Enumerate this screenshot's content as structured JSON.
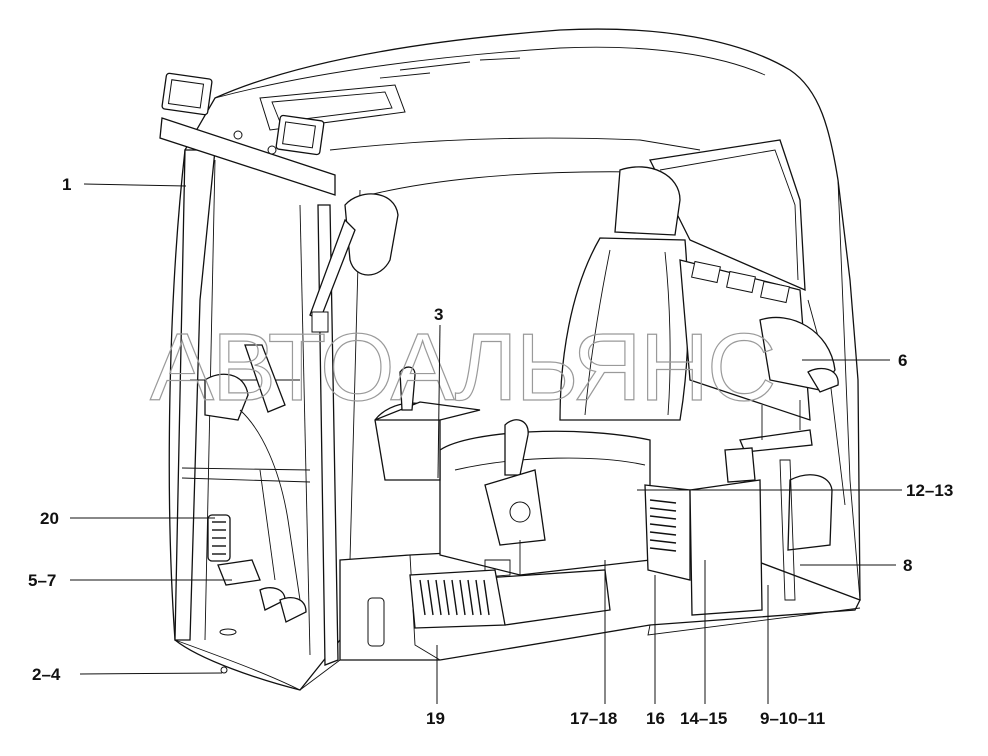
{
  "watermark": "АВТОАЛЬЯНС",
  "callouts": [
    {
      "id": "c1",
      "label": "1"
    },
    {
      "id": "c2",
      "label": "2–4"
    },
    {
      "id": "c3",
      "label": "3"
    },
    {
      "id": "c4",
      "label": "5–7"
    },
    {
      "id": "c5",
      "label": "6"
    },
    {
      "id": "c6",
      "label": "8"
    },
    {
      "id": "c7",
      "label": "9–10–11"
    },
    {
      "id": "c8",
      "label": "12–13"
    },
    {
      "id": "c9",
      "label": "14–15"
    },
    {
      "id": "c10",
      "label": "16"
    },
    {
      "id": "c11",
      "label": "17–18"
    },
    {
      "id": "c12",
      "label": "19"
    },
    {
      "id": "c13",
      "label": "20"
    }
  ]
}
